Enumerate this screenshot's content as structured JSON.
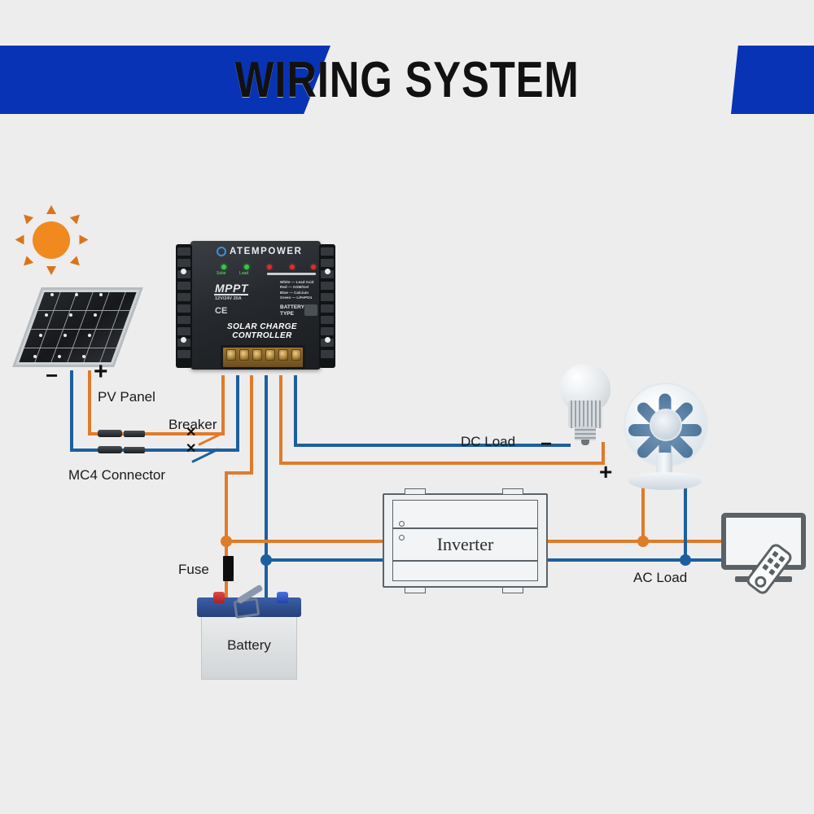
{
  "meta": {
    "title": "WIRING SYSTEM",
    "background_color": "#ededed",
    "brand_color": "#0833b4",
    "wire_positive_color": "#e07b2a",
    "wire_negative_color": "#1d5f9e"
  },
  "header": {
    "title": "WIRING SYSTEM"
  },
  "controller": {
    "brand": "ATEMPOWER",
    "model_line": "MPPT",
    "rating": "12V/24V 20A",
    "certifications": "CE",
    "product_name": "SOLAR CHARGE CONTROLLER",
    "leds": [
      {
        "name": "Solar",
        "label": "Solar",
        "color": "green"
      },
      {
        "name": "Load",
        "label": "Load",
        "color": "green"
      }
    ],
    "status_leds_red_count": 3,
    "battery_type_label": "BATTERY\nTYPE",
    "battery_type_label_line1": "BATTERY",
    "battery_type_label_line2": "TYPE",
    "legend": [
      "White — Lead Acid",
      "Red — AGM/Gel",
      "Blue — Calcium",
      "Green — LiFePO4"
    ],
    "terminal_count": 6
  },
  "components": {
    "sun": {
      "name": "sun"
    },
    "pv_panel": {
      "label": "PV Panel",
      "negative_sign": "−",
      "positive_sign": "+"
    },
    "mc4": {
      "label": "MC4 Connector"
    },
    "breaker": {
      "label": "Breaker",
      "marks": [
        "✕",
        "✕"
      ]
    },
    "fuse": {
      "label": "Fuse"
    },
    "battery": {
      "label": "Battery"
    },
    "inverter": {
      "label": "Inverter"
    },
    "dc_load": {
      "label": "DC Load",
      "negative_sign": "−",
      "positive_sign": "+",
      "devices": [
        "led-bulb",
        "desk-fan"
      ]
    },
    "ac_load": {
      "label": "AC Load",
      "devices": [
        "television",
        "remote-control"
      ]
    }
  }
}
